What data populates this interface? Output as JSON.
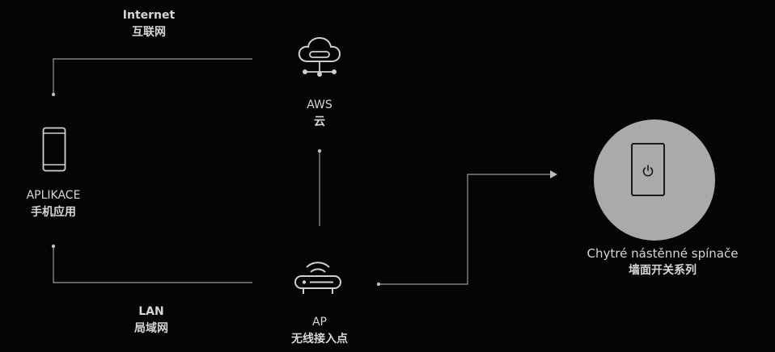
{
  "internet": {
    "en": "Internet",
    "zh": "互联网"
  },
  "lan": {
    "en": "LAN",
    "zh": "局域网"
  },
  "app": {
    "en": "APLIKACE",
    "zh": "手机应用",
    "icon": "smartphone-icon"
  },
  "cloud": {
    "en": "AWS",
    "zh": "云",
    "icon": "cloud-network-icon"
  },
  "ap": {
    "en": "AP",
    "zh": "无线接入点",
    "icon": "wifi-router-icon"
  },
  "device": {
    "en": "Chytré nástěnné spínače",
    "zh": "墙面开关系列",
    "icon": "power-icon"
  },
  "colors": {
    "background": "#050505",
    "line": "#9a9a9a",
    "text": "#d6d6d6",
    "device_circle": "#a9aaa9"
  }
}
